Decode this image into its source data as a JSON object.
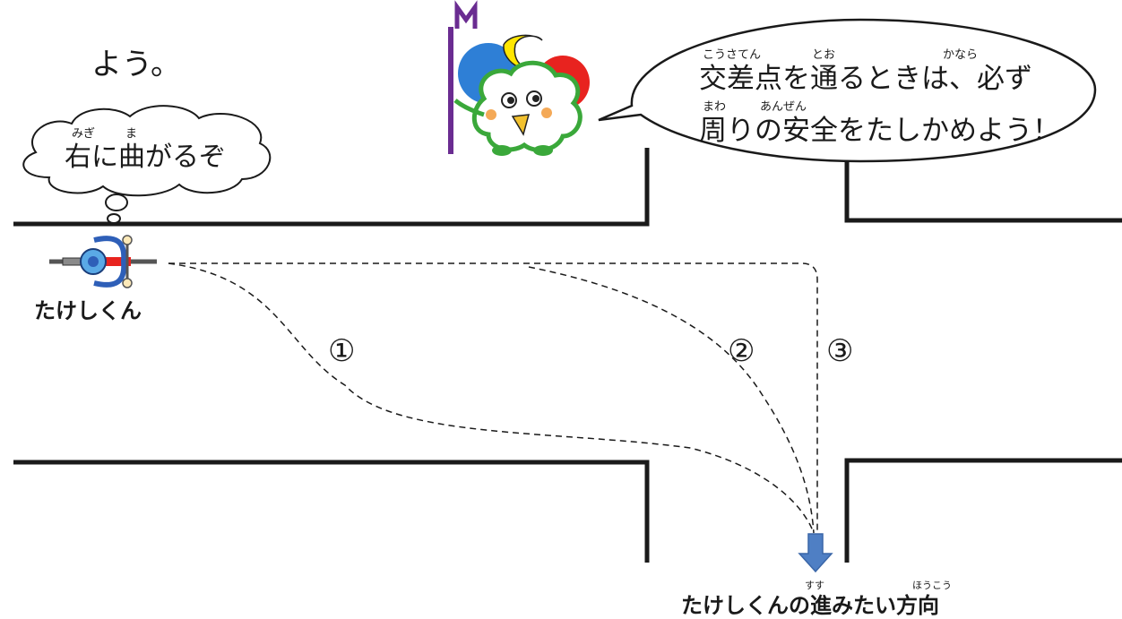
{
  "top_fragment": "よう。",
  "speech_bubble": {
    "line1": "交差点を通るときは、必ず",
    "line2": "周りの安全をたしかめよう！",
    "ruby_l1_kousaten": "こうさてん",
    "ruby_l1_too": "とお",
    "ruby_l1_kanara": "かなら",
    "ruby_l2_mawa": "まわ",
    "ruby_l2_anzen": "あんぜん"
  },
  "thought_bubble": {
    "text": "右に曲がるぞ",
    "ruby_migi": "みぎ",
    "ruby_ma": "ま"
  },
  "cyclist_label": "たけしくん",
  "route_labels": [
    "①",
    "②",
    "③"
  ],
  "destination_label": "たけしくんの進みたい方向",
  "destination_ruby_susu": "すす",
  "destination_ruby_houkou": "ほうこう",
  "colors": {
    "arrow": "#4f7fc4",
    "mascot_purple": "#6a2c91",
    "balloon_blue": "#2e7fd6",
    "balloon_red": "#e8231f",
    "moon_yellow": "#ffe600",
    "mascot_green": "#3aa83a"
  },
  "icons": [
    "cyclist-icon",
    "mascot-icon",
    "down-arrow-icon"
  ]
}
